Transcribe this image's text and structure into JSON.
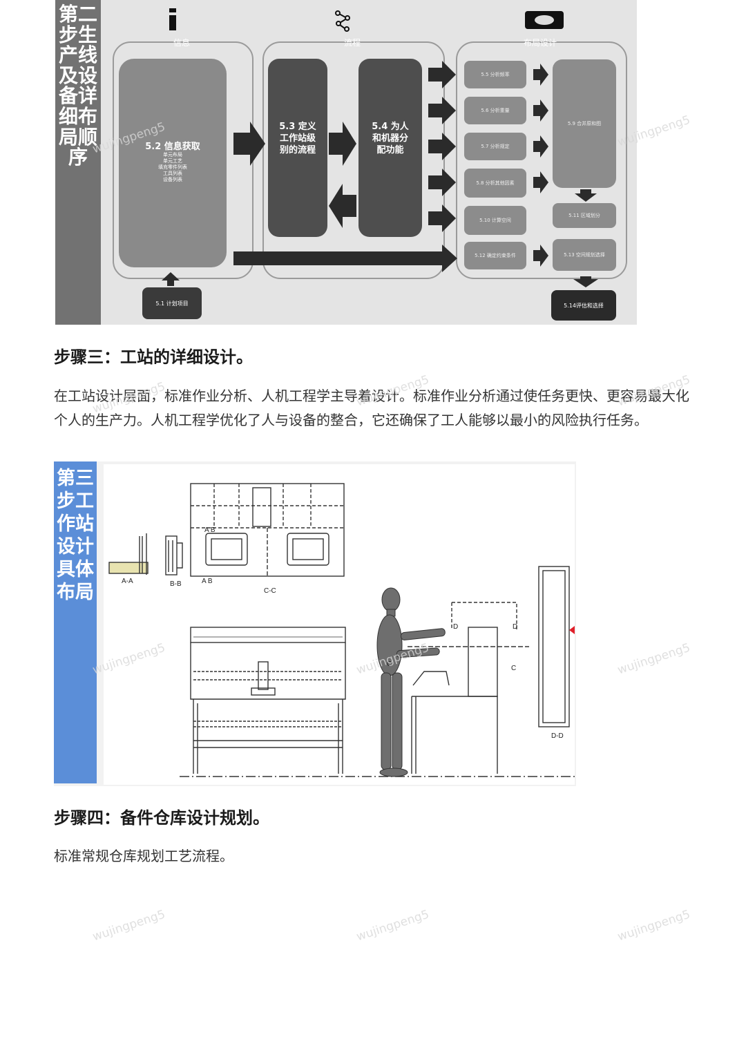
{
  "figure1": {
    "side_title": "第二步生产线及设备详细布局顺序",
    "panels": {
      "info": "信息",
      "flow": "流程",
      "layout": "布局设计"
    },
    "box_5_2": {
      "title": "5.2 信息获取",
      "items": [
        "单元布局",
        "单元工艺",
        "填充零件列表",
        "工具列表",
        "设备列表"
      ]
    },
    "box_5_3": "5.3 定义工作站级别的流程",
    "box_5_4": "5.4 为人和机器分配功能",
    "box_5_1": "5.1 计划项目",
    "analysis": [
      "5.5 分析频率",
      "5.6 分析重量",
      "5.7 分析规定",
      "5.8 分析其他因素",
      "5.10 计算空间",
      "5.12 确定约束条件"
    ],
    "right": {
      "b59": "5.9 合并原和图",
      "b511": "5.11 区域划分",
      "b513": "5.13 空间规划选择",
      "b514": "5.14评估和选择"
    }
  },
  "step3": {
    "heading": "步骤三：工站的详细设计。",
    "paragraph": "在工站设计层面，标准作业分析、人机工程学主导着设计。标准作业分析通过使任务更快、更容易最大化个人的生产力。人机工程学优化了人与设备的整合，它还确保了工人能够以最小的风险执行任务。"
  },
  "figure2": {
    "side_title": "第三步工作站设计具体布局",
    "labels": {
      "aa": "A-A",
      "bb": "B-B",
      "cc": "C-C",
      "dd": "D-D",
      "ab": "A  B",
      "ab2": "A   B",
      "c": "C",
      "d": "D"
    }
  },
  "step4": {
    "heading": "步骤四：备件仓库设计规划。",
    "paragraph": "标准常规仓库规划工艺流程。"
  },
  "watermark": "wujingpeng5"
}
